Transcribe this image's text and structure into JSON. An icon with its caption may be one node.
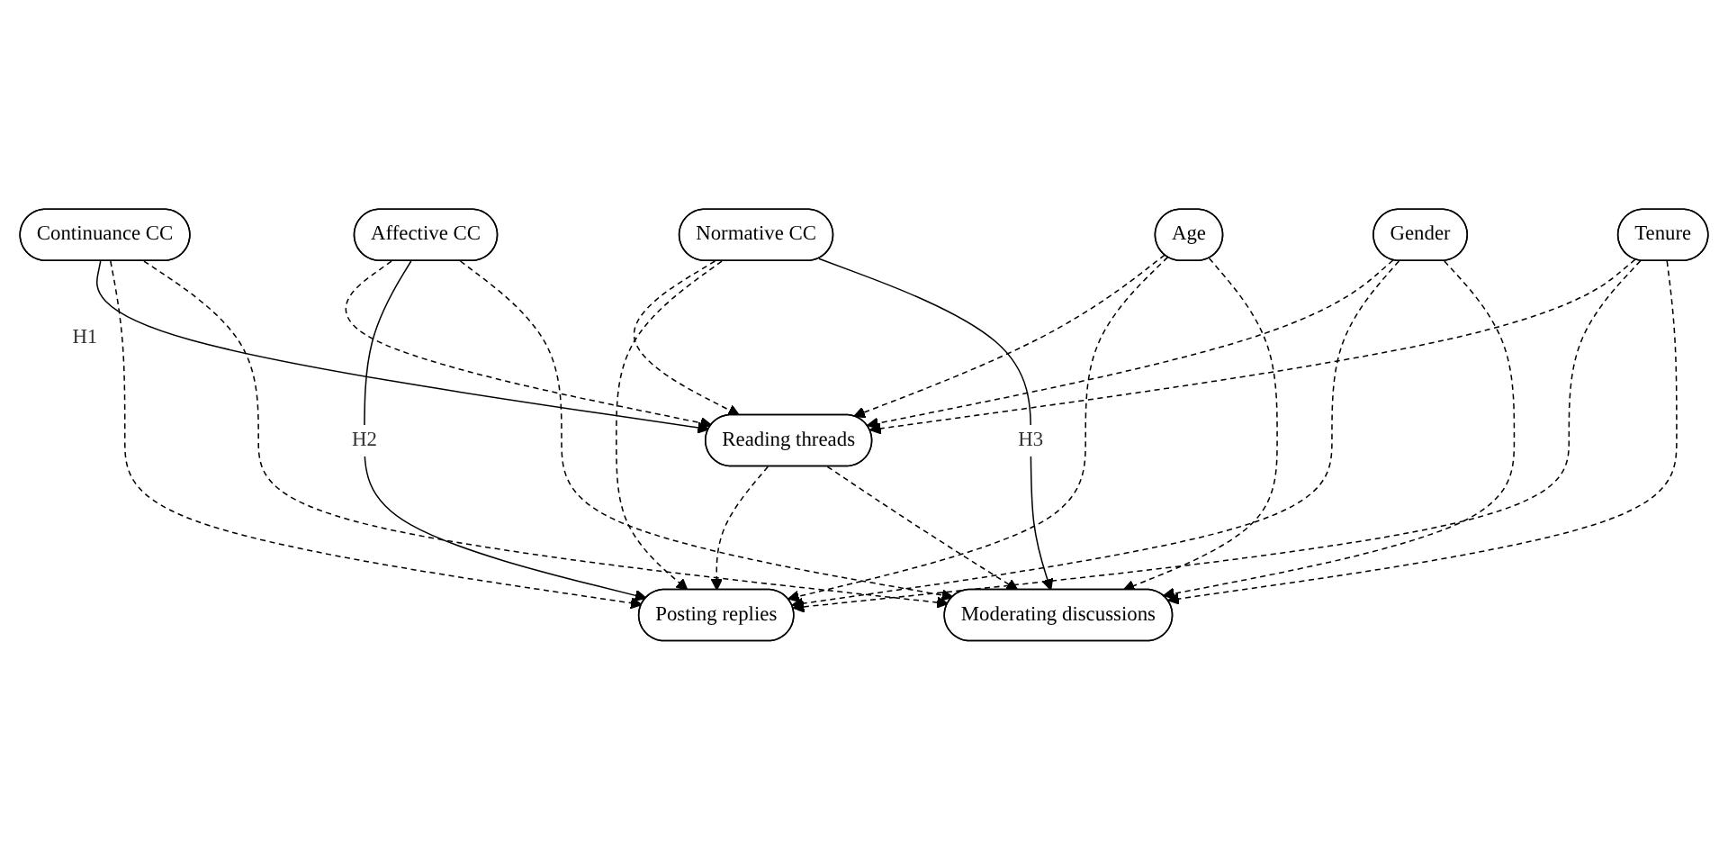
{
  "diagram": {
    "nodes": [
      {
        "text": [
          "Continuance CC"
        ]
      },
      {
        "text": [
          "Affective CC"
        ]
      },
      {
        "text": [
          "Normative CC"
        ]
      },
      {
        "text": [
          "Reading threads"
        ]
      },
      {
        "text": [
          "Posting replies"
        ]
      },
      {
        "text": [
          "Moderating discussions"
        ]
      },
      {
        "text": [
          "Age"
        ]
      },
      {
        "text": [
          "Gender"
        ]
      },
      {
        "text": [
          "Tenure"
        ]
      }
    ],
    "edges": [
      {
        "from": 0,
        "to": 3,
        "arrow": "to",
        "label": "H1"
      },
      {
        "from": 0,
        "to": 4,
        "arrow": "to",
        "style": "dashed"
      },
      {
        "from": 0,
        "to": 5,
        "arrow": "to",
        "style": "dashed"
      },
      {
        "from": 1,
        "to": 3,
        "arrow": "to",
        "style": "dashed"
      },
      {
        "from": 1,
        "to": 4,
        "arrow": "to",
        "label": "H2"
      },
      {
        "from": 1,
        "to": 5,
        "arrow": "to",
        "style": "dashed"
      },
      {
        "from": 2,
        "to": 3,
        "arrow": "to",
        "style": "dashed"
      },
      {
        "from": 2,
        "to": 4,
        "arrow": "to",
        "style": "dashed"
      },
      {
        "from": 2,
        "to": 5,
        "arrow": "to",
        "label": "H3"
      },
      {
        "from": 3,
        "to": 4,
        "arrow": "to",
        "style": "dashed"
      },
      {
        "from": 3,
        "to": 5,
        "arrow": "to",
        "style": "dashed"
      },
      {
        "from": 6,
        "to": 3,
        "arrow": "to",
        "style": "dashed"
      },
      {
        "from": 6,
        "to": 4,
        "arrow": "to",
        "style": "dashed"
      },
      {
        "from": 6,
        "to": 5,
        "arrow": "to",
        "style": "dashed"
      },
      {
        "from": 7,
        "to": 3,
        "arrow": "to",
        "style": "dashed"
      },
      {
        "from": 7,
        "to": 4,
        "arrow": "to",
        "style": "dashed"
      },
      {
        "from": 7,
        "to": 5,
        "arrow": "to",
        "style": "dashed"
      },
      {
        "from": 8,
        "to": 3,
        "arrow": "to",
        "style": "dashed"
      },
      {
        "from": 8,
        "to": 4,
        "arrow": "to",
        "style": "dashed"
      },
      {
        "from": 8,
        "to": 5,
        "arrow": "to",
        "style": "dashed"
      }
    ]
  }
}
